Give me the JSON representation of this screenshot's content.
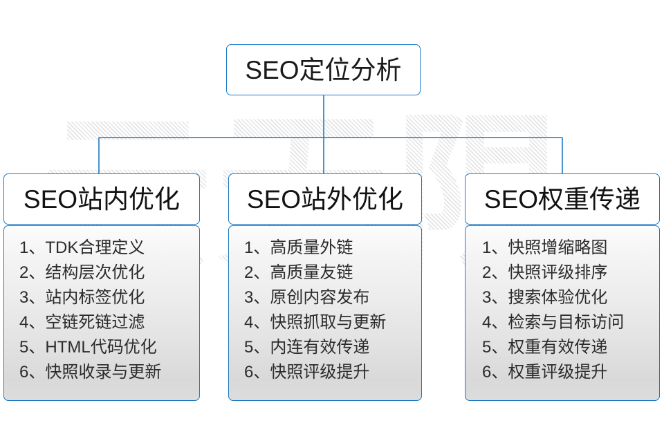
{
  "watermark": {
    "text": "云无限"
  },
  "diagram": {
    "type": "org-tree",
    "root": {
      "label": "SEO定位分析"
    },
    "branches": [
      {
        "id": "on-site",
        "header": "SEO站内优化",
        "items": [
          {
            "index": "1",
            "sep": "、",
            "text": "TDK合理定义"
          },
          {
            "index": "2",
            "sep": "、",
            "text": "结构层次优化"
          },
          {
            "index": "3",
            "sep": "、",
            "text": "站内标签优化"
          },
          {
            "index": "4",
            "sep": "、",
            "text": "空链死链过滤"
          },
          {
            "index": "5",
            "sep": "、",
            "text": "HTML代码优化"
          },
          {
            "index": "6",
            "sep": "、",
            "text": "快照收录与更新"
          }
        ]
      },
      {
        "id": "off-site",
        "header": "SEO站外优化",
        "items": [
          {
            "index": "1",
            "sep": "、",
            "text": "高质量外链"
          },
          {
            "index": "2",
            "sep": "、",
            "text": "高质量友链"
          },
          {
            "index": "3",
            "sep": "、",
            "text": "原创内容发布"
          },
          {
            "index": "4",
            "sep": "、",
            "text": "快照抓取与更新"
          },
          {
            "index": "5",
            "sep": "、",
            "text": "内连有效传递"
          },
          {
            "index": "6",
            "sep": "、",
            "text": "快照评级提升"
          }
        ]
      },
      {
        "id": "weight-transfer",
        "header": "SEO权重传递",
        "items": [
          {
            "index": "1",
            "sep": "、",
            "text": "快照增缩略图"
          },
          {
            "index": "2",
            "sep": "、",
            "text": "快照评级排序"
          },
          {
            "index": "3",
            "sep": "、",
            "text": "搜索体验优化"
          },
          {
            "index": "4",
            "sep": "、",
            "text": "检索与目标访问"
          },
          {
            "index": "5",
            "sep": "、",
            "text": "权重有效传递"
          },
          {
            "index": "6",
            "sep": "、",
            "text": "权重评级提升"
          }
        ]
      }
    ]
  },
  "colors": {
    "border": "#1d7ac4",
    "connector": "#1d7ac4",
    "text": "#1a1a1a",
    "body_text": "#2b2b2b",
    "background": "#ffffff",
    "watermark": "#e3e3e3"
  }
}
